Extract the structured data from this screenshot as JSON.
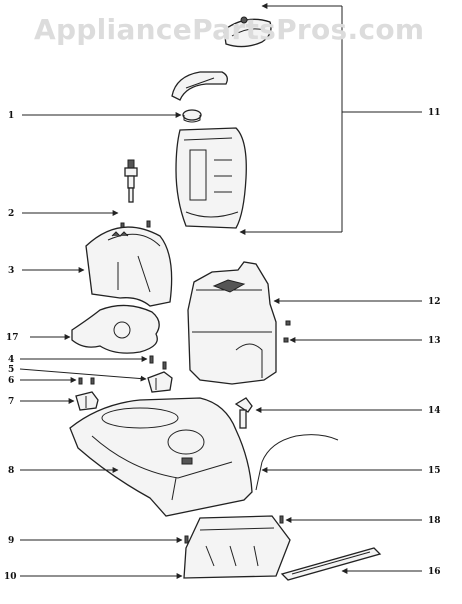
{
  "watermark": "AppliancePartsPros.com",
  "callouts": {
    "c1": "1",
    "c2": "2",
    "c3": "3",
    "c4": "4",
    "c5": "5",
    "c6": "6",
    "c7": "7",
    "c8": "8",
    "c9": "9",
    "c10": "10",
    "c11": "11",
    "c12": "12",
    "c13": "13",
    "c14": "14",
    "c15": "15",
    "c16": "16",
    "c17": "17",
    "c18": "18"
  }
}
